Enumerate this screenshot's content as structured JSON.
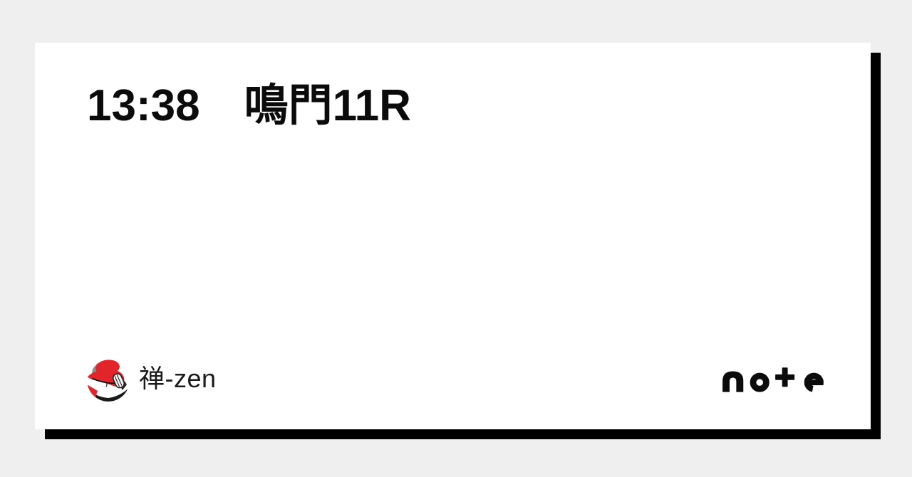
{
  "page": {
    "background_color": "#efefef"
  },
  "card": {
    "title": "13:38　鳴門11R",
    "background_color": "#ffffff",
    "shadow_color": "#000000",
    "title_color": "#0b0b0b"
  },
  "author": {
    "name": "禅-zen",
    "name_color": "#1a1a1a",
    "avatar_icon": "red-hat-character-avatar",
    "avatar_colors": {
      "hat_red": "#e2252b",
      "figure_dark": "#1c1a18",
      "hair_gray": "#8f8f8f",
      "background": "#ffffff"
    }
  },
  "brand": {
    "logo_text": "no+e",
    "logo_icon": "note-wordmark",
    "logo_color": "#0b0b0b"
  }
}
